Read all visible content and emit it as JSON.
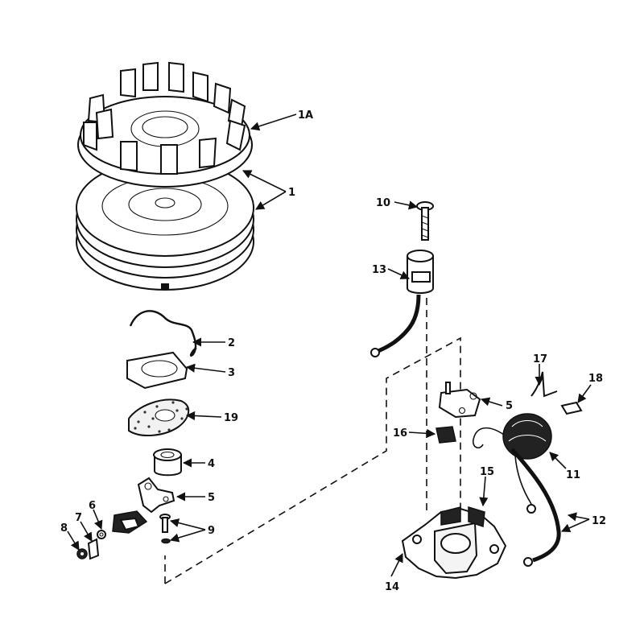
{
  "labels": {
    "l1a": "1A",
    "l1": "1",
    "l2": "2",
    "l3": "3",
    "l19": "19",
    "l4": "4",
    "l5a": "5",
    "l6": "6",
    "l7": "7",
    "l8": "8",
    "l9": "9",
    "l10": "10",
    "l13": "13",
    "l5b": "5",
    "l16": "16",
    "l17": "17",
    "l18": "18",
    "l11": "11",
    "l15": "15",
    "l12": "12",
    "l14": "14"
  },
  "colors": {
    "ink": "#111111",
    "paper": "#ffffff"
  }
}
